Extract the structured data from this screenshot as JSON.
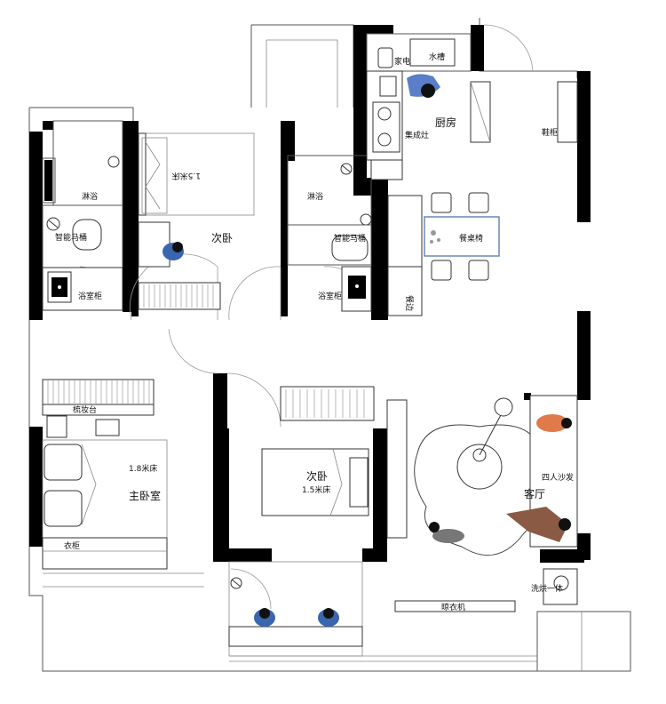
{
  "rooms": {
    "kitchen": "厨房",
    "shoe_cabinet": "鞋柜",
    "sink": "水槽",
    "small_appliance": "家电",
    "integrated_stove": "集成灶",
    "dining": "餐桌椅",
    "shower_left": "淋浴",
    "smart_toilet_left": "智能马桶",
    "bath_cabinet_left": "浴室柜",
    "bed_rotated": "1.5米床",
    "second_bedroom_top": "次卧",
    "shower_right": "淋浴",
    "smart_toilet_right": "智能马桶",
    "bath_cabinet_right": "浴室柜",
    "dresser": "梳妆台",
    "master_bed": "1.8米床",
    "master_bedroom": "主卧室",
    "wardrobe": "衣柜",
    "second_bedroom_bottom": "次卧",
    "bed_bottom": "1.5米床",
    "sofa": "四人沙发",
    "living_room": "客厅",
    "washer": "洗烘一体",
    "clothes_dryer": "晾衣机",
    "side_cabinet": "餐边"
  },
  "colors": {
    "wall": "#000000",
    "person_blue": "#3a66b0",
    "person_orange": "#e07a4a",
    "person_brown": "#8a5a44",
    "person_grey": "#777777",
    "accent_border": "#6a88b8"
  }
}
